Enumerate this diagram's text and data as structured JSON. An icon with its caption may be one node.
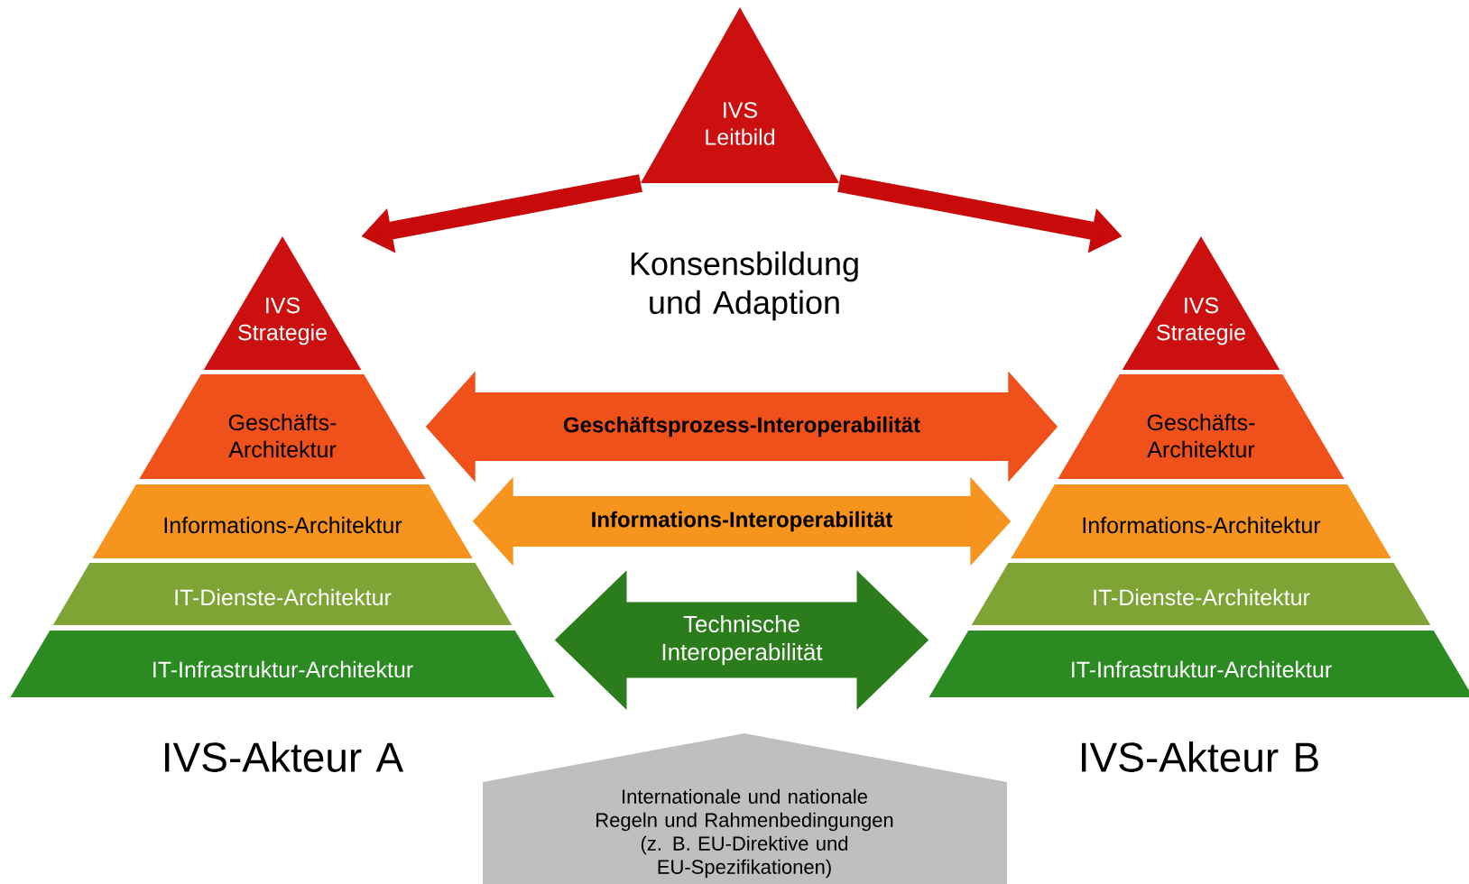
{
  "diagram": {
    "nodes": [
      {
        "text": [
          "IVS Leitbild"
        ]
      },
      {
        "text": [
          "IVS Strategie"
        ]
      },
      {
        "text": [
          "Geschäfts-Architektur"
        ]
      },
      {
        "text": [
          "Informations-Architektur"
        ]
      },
      {
        "text": [
          "IT-Dienste-Architektur"
        ]
      },
      {
        "text": [
          "IT-Infrastruktur-Architektur"
        ]
      },
      {
        "text": [
          "IVS Strategie"
        ]
      },
      {
        "text": [
          "Geschäfts-Architektur"
        ]
      },
      {
        "text": [
          "Informations-Architektur"
        ]
      },
      {
        "text": [
          "IT-Dienste-Architektur"
        ]
      },
      {
        "text": [
          "IT-Infrastruktur-Architektur"
        ]
      },
      {
        "text": [
          "Internationale und nationale Regeln und Rahmenbedingungen (z. B. EU-Direktive und EU-Spezifikationen)"
        ]
      }
    ],
    "edges": [
      {
        "from": 0,
        "to": 1,
        "arrow": "to",
        "color": "#c80a0a"
      },
      {
        "from": 0,
        "to": 6,
        "arrow": "to",
        "color": "#c80a0a"
      },
      {
        "from": 2,
        "to": 7,
        "arrow": "both",
        "label": "Geschäftsprozess-Interoperabilität",
        "color": "#f0501a"
      },
      {
        "from": 3,
        "to": 8,
        "arrow": "both",
        "label": "Informations-Interoperabilität",
        "color": "#f7941d"
      },
      {
        "from": 5,
        "to": 10,
        "arrow": "both",
        "label": "Technische Interoperabilität",
        "color": "#2b7d1c"
      }
    ],
    "labels": [
      "Konsensbildung und Adaption",
      "IVS-Akteur A",
      "IVS-Akteur B"
    ]
  }
}
